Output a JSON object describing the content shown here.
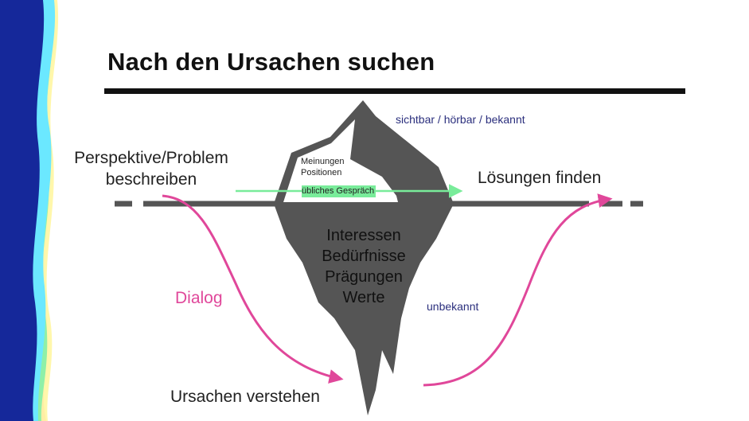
{
  "slide": {
    "title": "Nach den Ursachen suchen",
    "left_label_line1": "Perspektive/Problem",
    "left_label_line2": "beschreiben",
    "right_label": "Lösungen finden",
    "visible_label": "sichtbar / hörbar / bekannt",
    "unknown_label": "unbekannt",
    "dialog_label": "Dialog",
    "bottom_label": "Ursachen verstehen",
    "tip_line1": "Meinungen",
    "tip_line2": "Positionen",
    "conversation_label": "übliches Gespräch",
    "underwater": [
      "Interessen",
      "Bedürfnisse",
      "Prägungen",
      "Werte"
    ]
  },
  "colors": {
    "iceberg": "#555555",
    "waterline": "#555555",
    "arrow_green": "#79ec9a",
    "curve_pink": "#e0479a",
    "text_blue": "#2b2f7d",
    "wave_dark_blue": "#15289a",
    "wave_cyan": "#6be8ff",
    "wave_yellow": "#fff7a6",
    "wave_green": "#8ff0a8",
    "wave_pink": "#ee3f8e"
  }
}
